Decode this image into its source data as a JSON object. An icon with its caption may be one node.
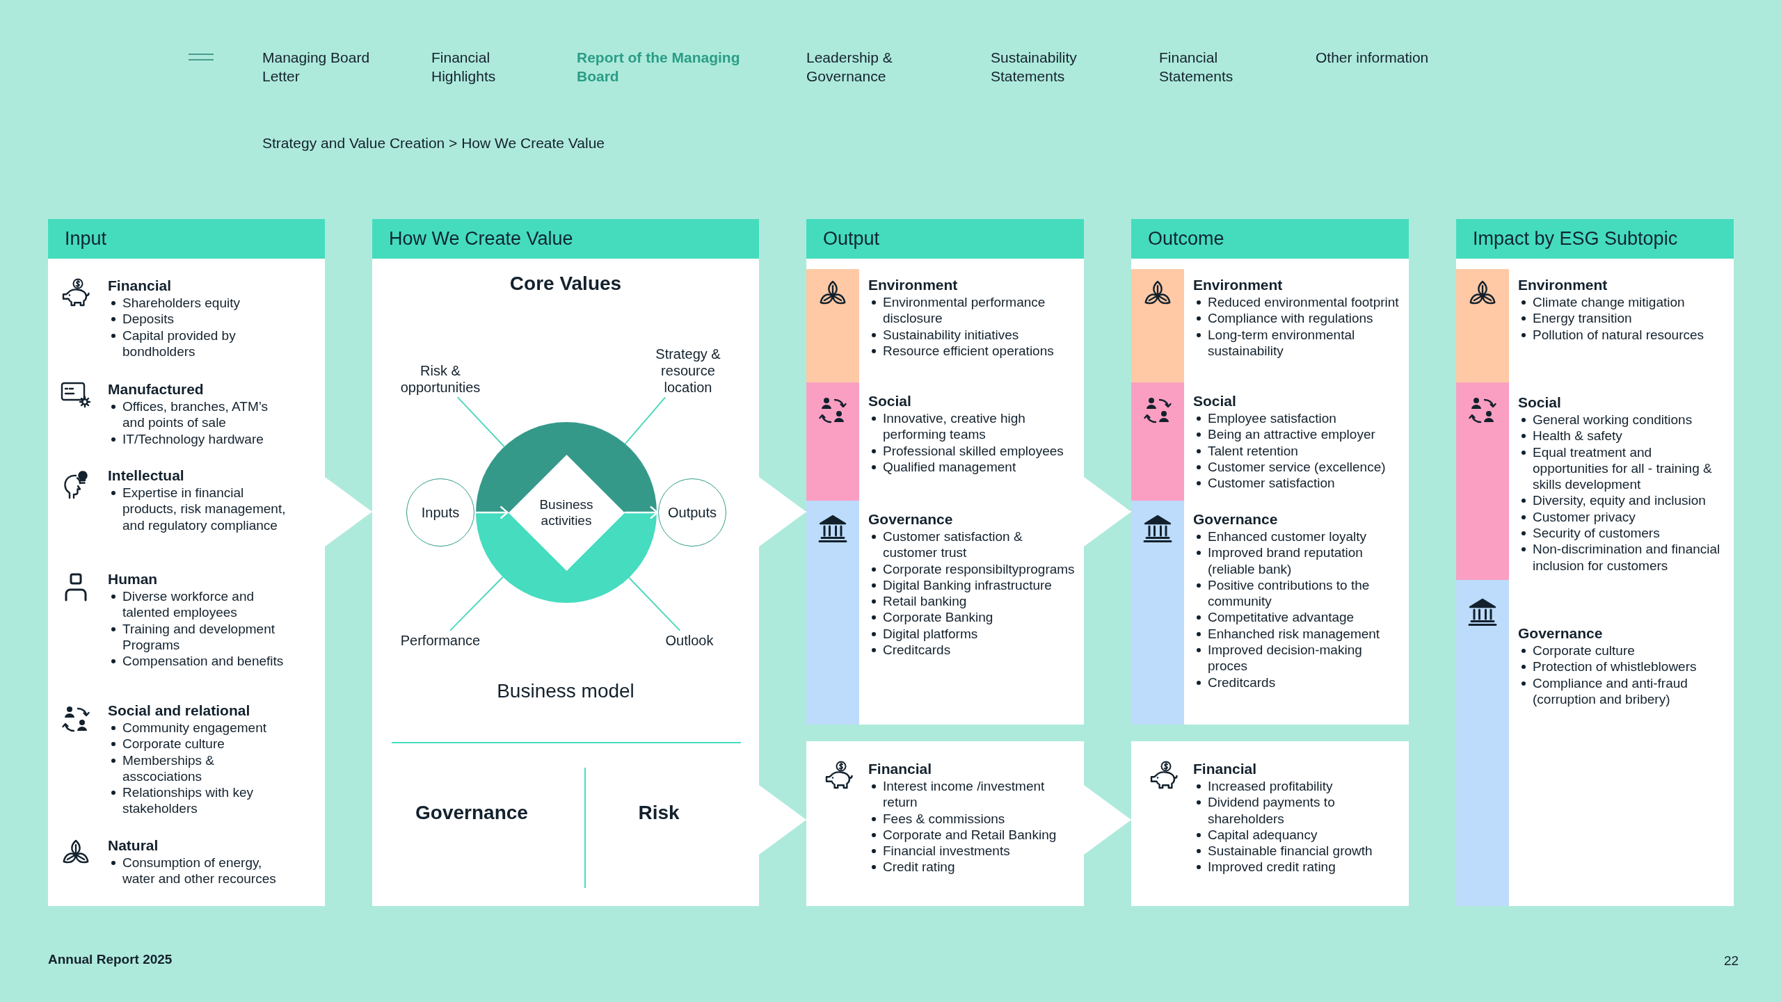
{
  "diagram": {
    "nodes": [
      {
        "text": [
          "Input"
        ]
      },
      {
        "text": [
          "Financial",
          "Shareholders equity",
          "Deposits",
          "Capital provided by bondholders"
        ],
        "in": 0
      },
      {
        "text": [
          "Manufactured",
          "Offices, branches, ATM’s and points of sale",
          "IT/Technology hardware"
        ],
        "in": 0
      },
      {
        "text": [
          "Intellectual",
          "Expertise in financial products, risk management, and regulatory compliance"
        ],
        "in": 0
      },
      {
        "text": [
          "Human",
          "Diverse workforce and talented employees",
          "Training and development Programs",
          "Compensation and benefits"
        ],
        "in": 0
      },
      {
        "text": [
          "Social and relational",
          "Community engagement",
          "Corporate culture",
          "Memberships & asscociations",
          "Relationships with key stakeholders"
        ],
        "in": 0
      },
      {
        "text": [
          "Natural",
          "Consumption of energy, water and other recources"
        ],
        "in": 0
      },
      {
        "text": [
          "How We Create Value"
        ]
      },
      {
        "text": [
          "Risk & opportunities"
        ],
        "in": 7
      },
      {
        "text": [
          "Strategy & resource location"
        ],
        "in": 7
      },
      {
        "text": [
          "Inputs"
        ],
        "in": 7
      },
      {
        "text": [],
        "shape": "circle",
        "in": 7
      },
      {
        "text": [
          "Business activities"
        ],
        "in": 11
      },
      {
        "text": [
          "Outputs"
        ],
        "in": 7
      },
      {
        "text": [
          "Performance"
        ],
        "in": 7
      },
      {
        "text": [
          "Outlook"
        ],
        "in": 7
      },
      {
        "text": [
          "Output"
        ]
      },
      {
        "text": [
          "Environment",
          "Environmental performance disclosure",
          "Sustainability initiatives",
          "Resource efficient operations"
        ],
        "in": 16
      },
      {
        "text": [
          "Social",
          "Innovative, creative high performing teams",
          "Professional skilled employees",
          "Qualified management"
        ],
        "in": 16
      },
      {
        "text": [
          "Governance",
          "Customer satisfaction & customer trust",
          "Corporate responsibiltyprograms",
          "Digital Banking infrastructure",
          "Retail banking",
          "Corporate Banking",
          "Digital platforms",
          "Creditcards"
        ],
        "in": 16
      },
      {
        "text": [
          "Financial",
          "Interest income /investment return",
          "Fees & commissions",
          "Corporate and Retail Banking",
          "Financial investments",
          "Credit rating"
        ]
      },
      {
        "text": [
          "Outcome"
        ]
      },
      {
        "text": [
          "Environment",
          "Reduced environmental footprint",
          "Compliance with regulations",
          "Long-term environmental sustainability"
        ],
        "in": 21
      },
      {
        "text": [
          "Social",
          "Employee satisfaction",
          "Being an attractive employer",
          "Talent retention",
          "Customer service (excellence)",
          "Customer satisfaction"
        ],
        "in": 21
      },
      {
        "text": [
          "Governance",
          "Enhanced customer loyalty",
          "Improved brand reputation (reliable bank)",
          "Positive contributions to the community",
          "Competitative advantage",
          "Enhanched risk management",
          "Improved decision-making proces",
          "Creditcards"
        ],
        "in": 21
      },
      {
        "text": [
          "Financial",
          "Increased profitability",
          "Dividend payments to shareholders",
          "Capital adequancy",
          "Sustainable financial growth",
          "Improved credit rating"
        ]
      },
      {
        "text": [
          "Impact by ESG Subtopic"
        ]
      },
      {
        "text": [
          "Environment",
          "Climate change mitigation",
          "Energy transition",
          "Pollution of natural resources"
        ],
        "in": 26
      },
      {
        "text": [
          "Social",
          "General working conditions",
          "Health & safety",
          "Equal treatment and opportunities for all - training & skills development",
          "Diversity, equity and inclusion",
          "Customer privacy",
          "Security of customers",
          "Non-discrimination and financial inclusion for customers"
        ],
        "in": 26
      },
      {
        "text": [
          "Governance",
          "Corporate culture",
          "Protection of whistleblowers",
          "Compliance and anti-fraud (corruption and bribery)"
        ],
        "in": 26
      }
    ],
    "edges": [
      {
        "from": 0,
        "to": 7,
        "arrow": "to"
      },
      {
        "from": 7,
        "to": 16,
        "arrow": "to"
      },
      {
        "from": 7,
        "to": 20,
        "arrow": "to"
      },
      {
        "from": 16,
        "to": 21,
        "arrow": "to"
      },
      {
        "from": 20,
        "to": 25,
        "arrow": "to"
      },
      {
        "from": 10,
        "to": 12,
        "arrow": "to"
      },
      {
        "from": 12,
        "to": 13,
        "arrow": "to"
      },
      {
        "from": 8,
        "to": 11,
        "arrow": "none",
        "color": "#4fd8bd"
      },
      {
        "from": 9,
        "to": 11,
        "arrow": "none",
        "color": "#4fd8bd"
      },
      {
        "from": 14,
        "to": 11,
        "arrow": "none",
        "color": "#4fd8bd"
      },
      {
        "from": 15,
        "to": 11,
        "arrow": "none",
        "color": "#4fd8bd"
      }
    ],
    "labels": [
      "Managing Board Letter",
      "Financial Highlights",
      "Report of the Managing Board",
      "Leadership & Governance",
      "Sustainability Statements",
      "Financial Statements",
      "Other information",
      "Strategy and Value Creation > How We Create Value",
      "Core Values",
      "Business model",
      "Governance",
      "Risk",
      "Annual Report 2025",
      "22"
    ]
  }
}
